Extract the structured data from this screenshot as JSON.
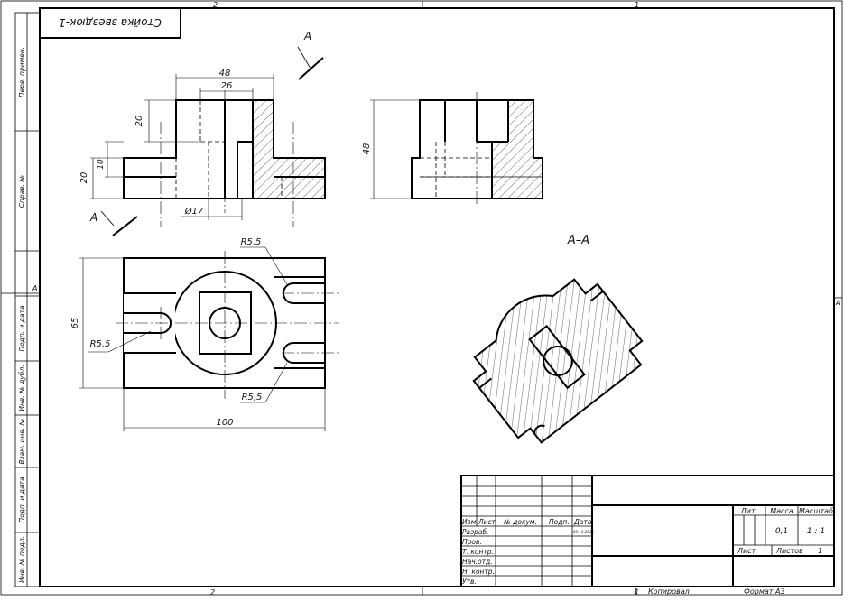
{
  "frame": {
    "top_zone_left": "2",
    "top_zone_right": "1",
    "bottom_zone_left": "2",
    "bottom_zone_right": "1",
    "side_zone_left": "A",
    "side_zone_right": "A"
  },
  "corner_stamp": "Стойка звездюк-1",
  "left_strip": [
    "Перв. примен.",
    "Справ. №",
    "Подп. и дата",
    "Инв. № дубл.",
    "Взам. инв. №",
    "Подп. и дата",
    "Инв. № подл."
  ],
  "section_arrow_label": "A",
  "section_title": "A–A",
  "dimensions": {
    "width_48": "48",
    "width_26": "26",
    "height_20_top": "20",
    "height_10": "10",
    "height_20_left": "20",
    "diameter_17": "Ø17",
    "height_48": "48",
    "radius_top": "R5,5",
    "radius_left": "R5,5",
    "radius_bottom": "R5,5",
    "height_65": "65",
    "length_100": "100"
  },
  "title_block": {
    "headers": [
      "Изм",
      "Лист",
      "№ докум.",
      "Подп.",
      "Дата"
    ],
    "roles": [
      "Разраб.",
      "Пров.",
      "Т. контр.",
      "Нач.отд.",
      "Н. контр.",
      "Утв."
    ],
    "date": "09.11.2016",
    "lit_label": "Лит.",
    "mass_label": "Масса",
    "scale_label": "Масштаб",
    "mass_value": "0,1",
    "scale_value": "1 : 1",
    "sheet_label": "Лист",
    "sheets_label": "Листов",
    "sheets_value": "1"
  },
  "footer": {
    "page": "1",
    "copied": "Копировал",
    "format": "Формат А3"
  }
}
